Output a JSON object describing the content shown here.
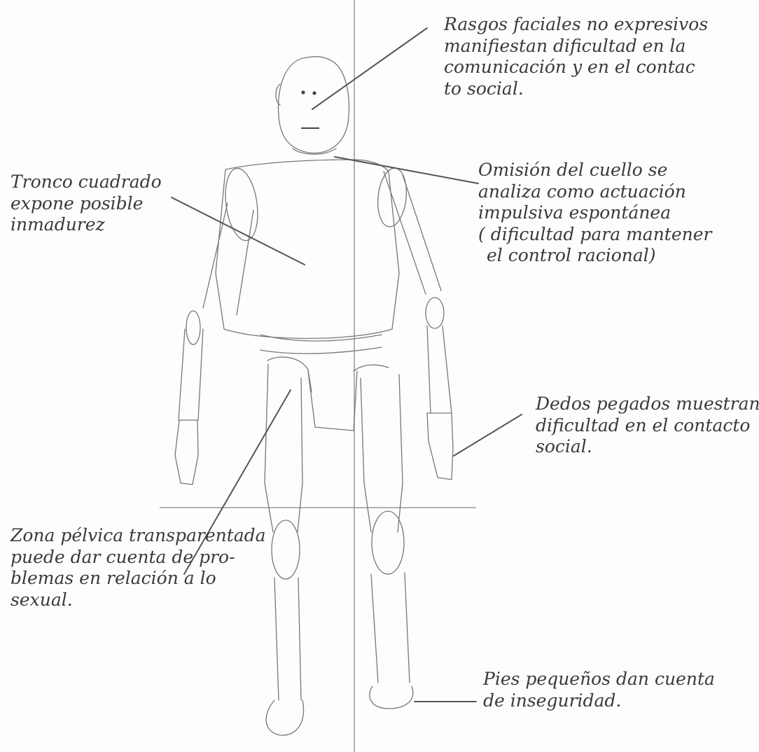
{
  "annotations": [
    {
      "id": "face",
      "lines": [
        "Rasgos faciales no expresivos",
        "manifiestan dificultad en la",
        "comunicación y en el contac",
        "to social."
      ]
    },
    {
      "id": "trunk",
      "lines": [
        "Tronco cuadrado",
        "expone posible",
        "inmadurez"
      ]
    },
    {
      "id": "neck",
      "lines": [
        "Omisión del cuello se",
        "analiza como actuación",
        "impulsiva espontánea",
        "( dificultad para mantener",
        "el control racional)"
      ]
    },
    {
      "id": "fingers",
      "lines": [
        "Dedos pegados muestran",
        "dificultad en el contacto",
        "social."
      ]
    },
    {
      "id": "pelvis",
      "lines": [
        "Zona pélvica transparentada",
        "puede dar cuenta de pro-",
        "blemas en relación a lo",
        "sexual."
      ]
    },
    {
      "id": "feet",
      "lines": [
        "Pies pequeños dan cuenta",
        "de inseguridad."
      ]
    }
  ],
  "colors": {
    "pencil": "#555555",
    "pencil_light": "#8a8a8a",
    "guide": "#9a9a9a",
    "paper": "#fdfdfc"
  }
}
